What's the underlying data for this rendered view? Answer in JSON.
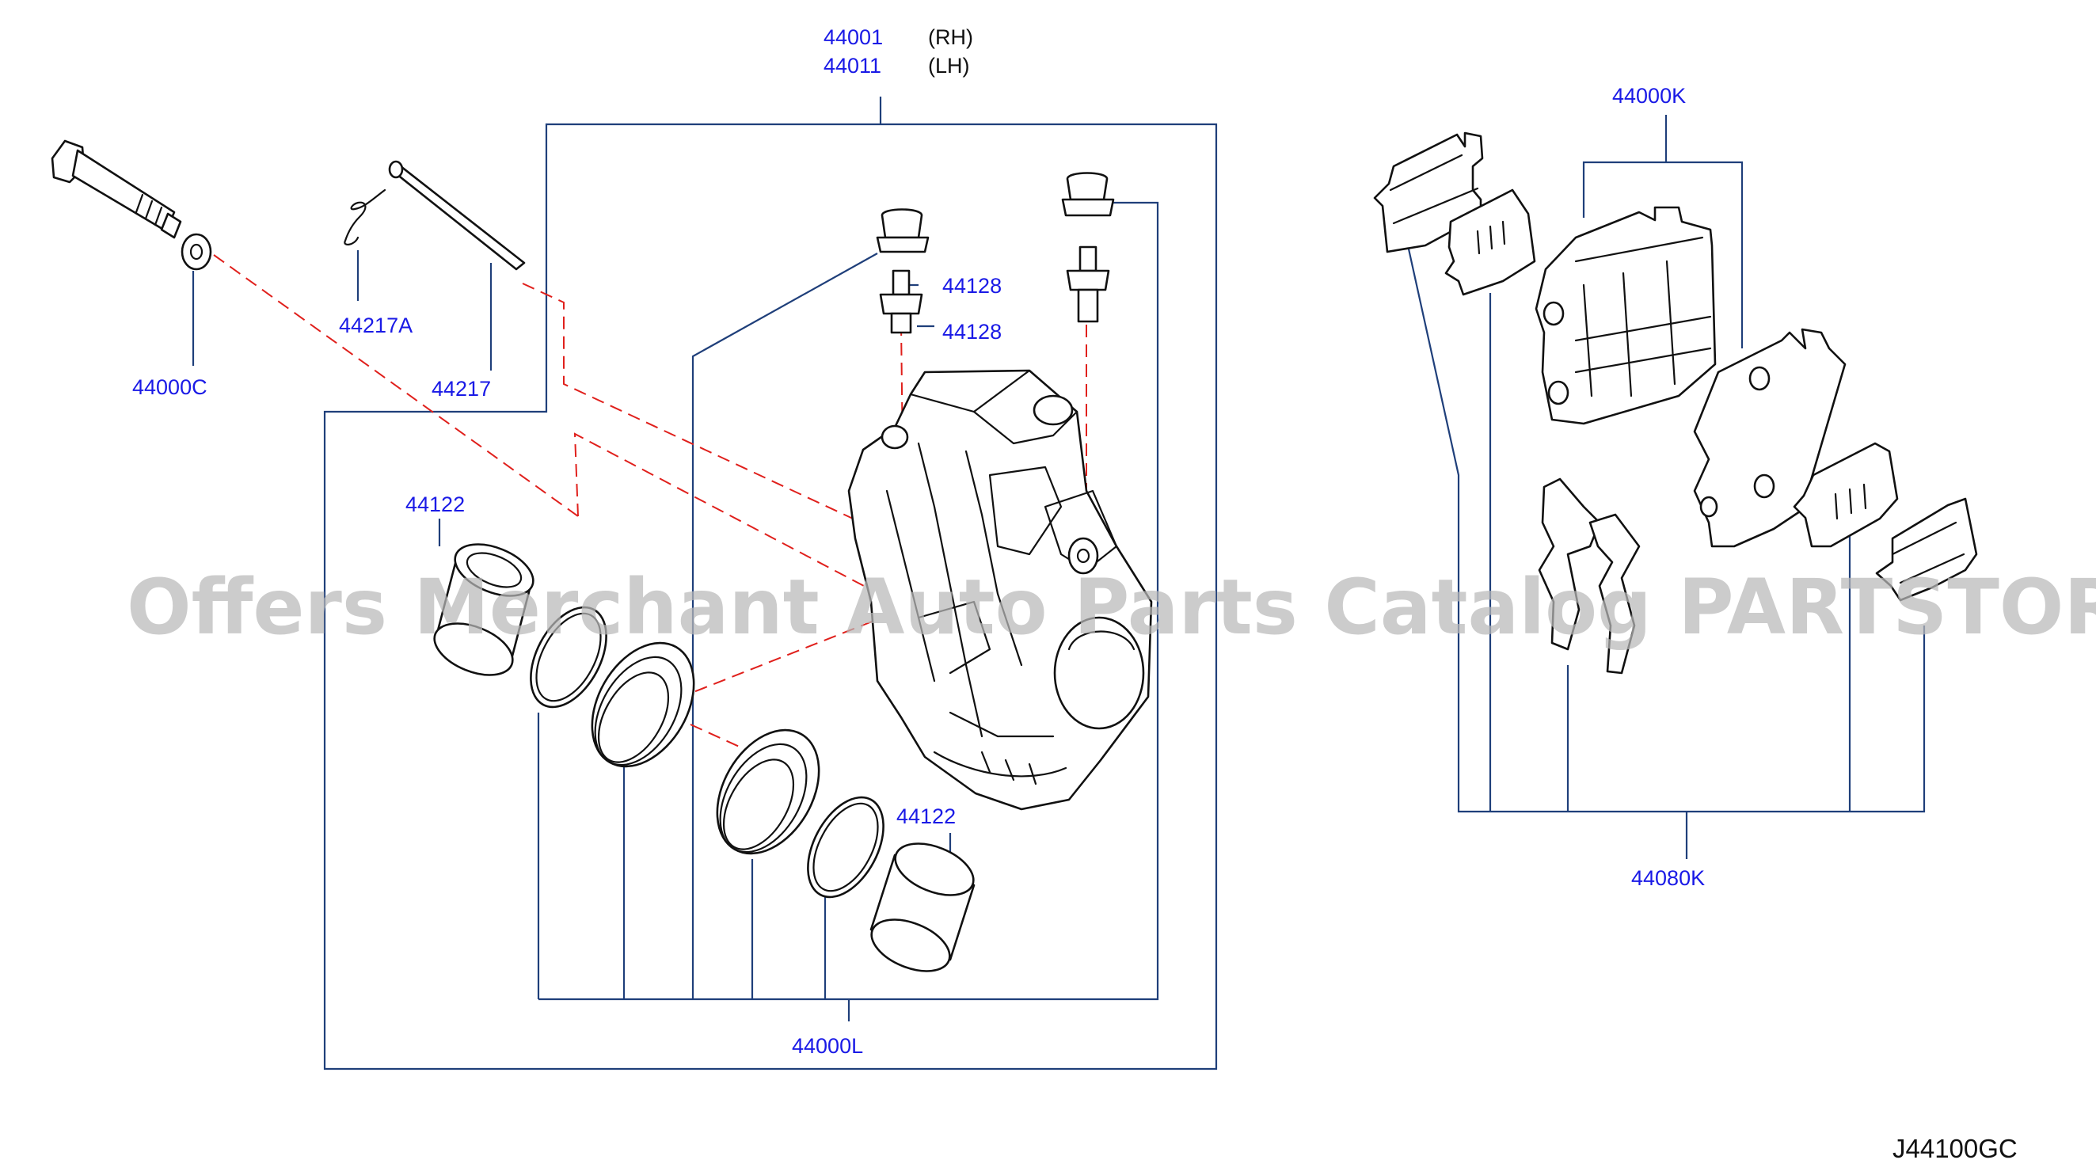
{
  "watermark": "Offers Merchant Auto Parts Catalog PARTSTORE.SA",
  "diagram_code": "J44100GC",
  "labels": {
    "rh_part": "44001",
    "rh_side": "(RH)",
    "lh_part": "44011",
    "lh_side": "(LH)",
    "bolt_kit": "44000C",
    "clip": "44217A",
    "pin": "44217",
    "bleeder_1": "44128",
    "bleeder_2": "44128",
    "piston_upper": "44122",
    "piston_lower": "44122",
    "seal_kit": "44000L",
    "pad_kit": "44000K",
    "shim_kit": "44080K"
  },
  "colors": {
    "label": "#1a1ae6",
    "leader": "#1f3f7a",
    "dashed": "#e0201c",
    "watermark": "#b9b9b9"
  }
}
